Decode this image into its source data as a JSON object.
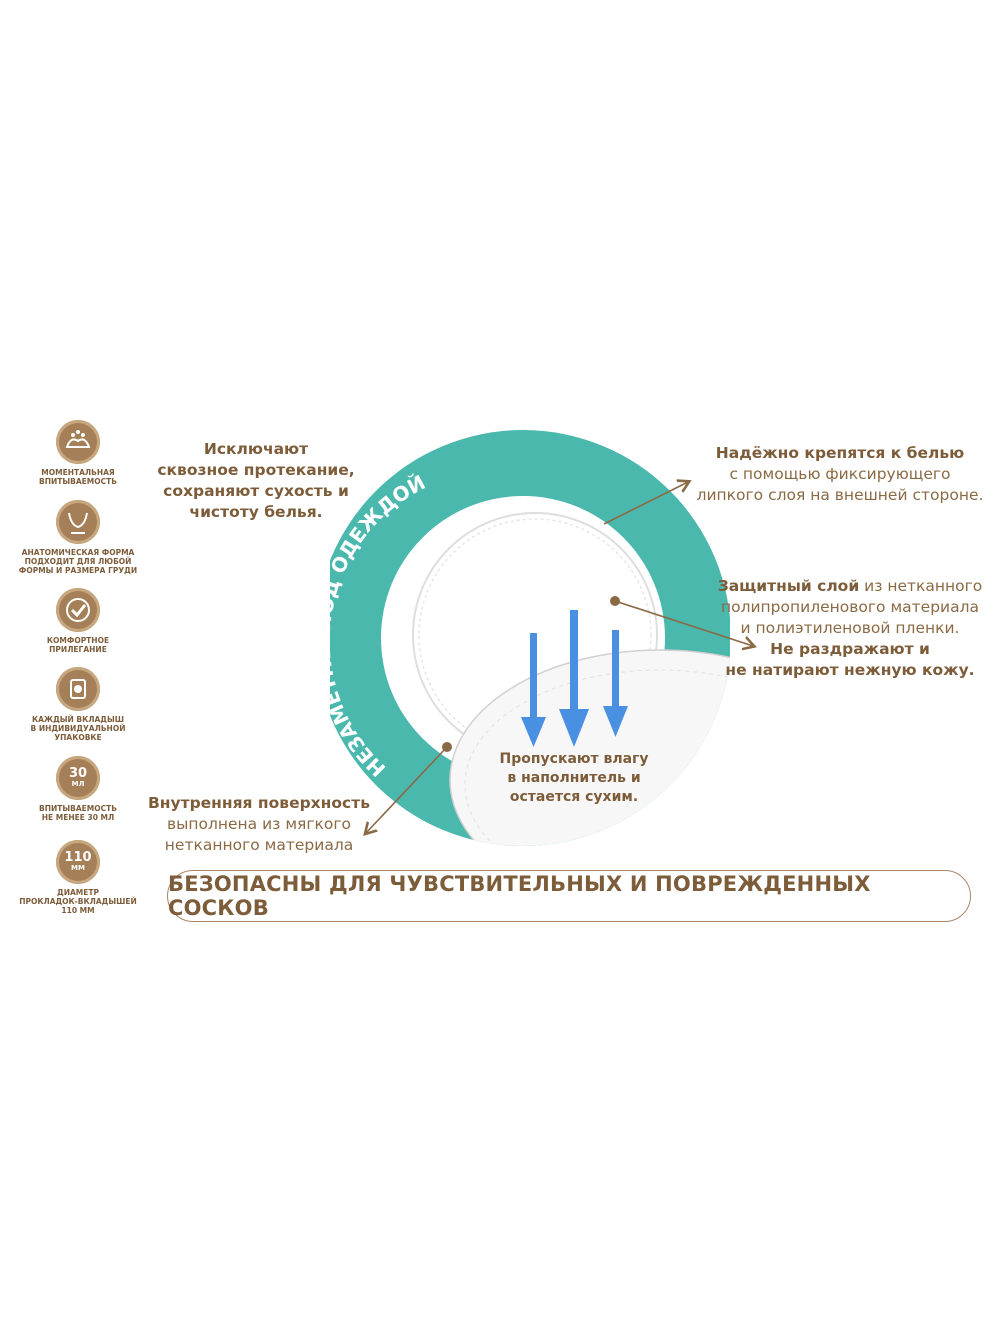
{
  "features": [
    {
      "icon": "bra-drops-icon",
      "caption": "МОМЕНТАЛЬНАЯ\nВПИТЫВАЕМОСТЬ"
    },
    {
      "icon": "bust-icon",
      "caption": "АНАТОМИЧЕСКАЯ ФОРМА\nПОДХОДИТ ДЛЯ ЛЮБОЙ\nФОРМЫ И РАЗМЕРА ГРУДИ"
    },
    {
      "icon": "checkmark-icon",
      "caption": "КОМФОРТНОЕ\nПРИЛЕГАНИЕ"
    },
    {
      "icon": "package-icon",
      "caption": "КАЖДЫЙ ВКЛАДЫШ\nВ ИНДИВИДУАЛЬНОЙ\nУПАКОВКЕ"
    },
    {
      "icon": "volume-icon",
      "icon_value": "30",
      "icon_unit": "МЛ",
      "caption": "ВПИТЫВАЕМОСТЬ\nНЕ МЕНЕЕ 30 МЛ"
    },
    {
      "icon": "diameter-icon",
      "icon_value": "110",
      "icon_unit": "ММ",
      "caption": "ДИАМЕТР\nПРОКЛАДОК-ВКЛАДЫШЕЙ\n110 ММ"
    }
  ],
  "callouts": {
    "top_left": [
      "Исключают",
      "сквозное протекание,",
      "сохраняют сухость и",
      "чистоту белья."
    ],
    "top_right_bold": "Надёжно крепятся к белью",
    "top_right_rest": [
      "с помощью фиксирующего",
      "липкого слоя на внешней стороне."
    ],
    "mid_right_bold": "Защитный слой",
    "mid_right_rest_first": " из нетканного",
    "mid_right_rest": [
      "полипропиленового материала",
      "и полиэтиленовой пленки."
    ],
    "mid_right_emph": [
      "Не раздражают и",
      "не натирают нежную кожу."
    ],
    "bottom_left_bold": "Внутренняя поверхность",
    "bottom_left_rest": [
      "выполнена из мягкого",
      "нетканного материала"
    ],
    "inner": [
      "Пропускают влагу",
      "в наполнитель и",
      "остается сухим."
    ]
  },
  "ring_text": "НЕЗАМЕТНЫ ПОД ОДЕЖДОЙ",
  "banner": "БЕЗОПАСНЫ ДЛЯ ЧУВСТВИТЕЛЬНЫХ И ПОВРЕЖДЕННЫХ СОСКОВ",
  "colors": {
    "teal": "#4bb8ad",
    "brown": "#8a6a45",
    "arrow_blue": "#4a90e2"
  }
}
